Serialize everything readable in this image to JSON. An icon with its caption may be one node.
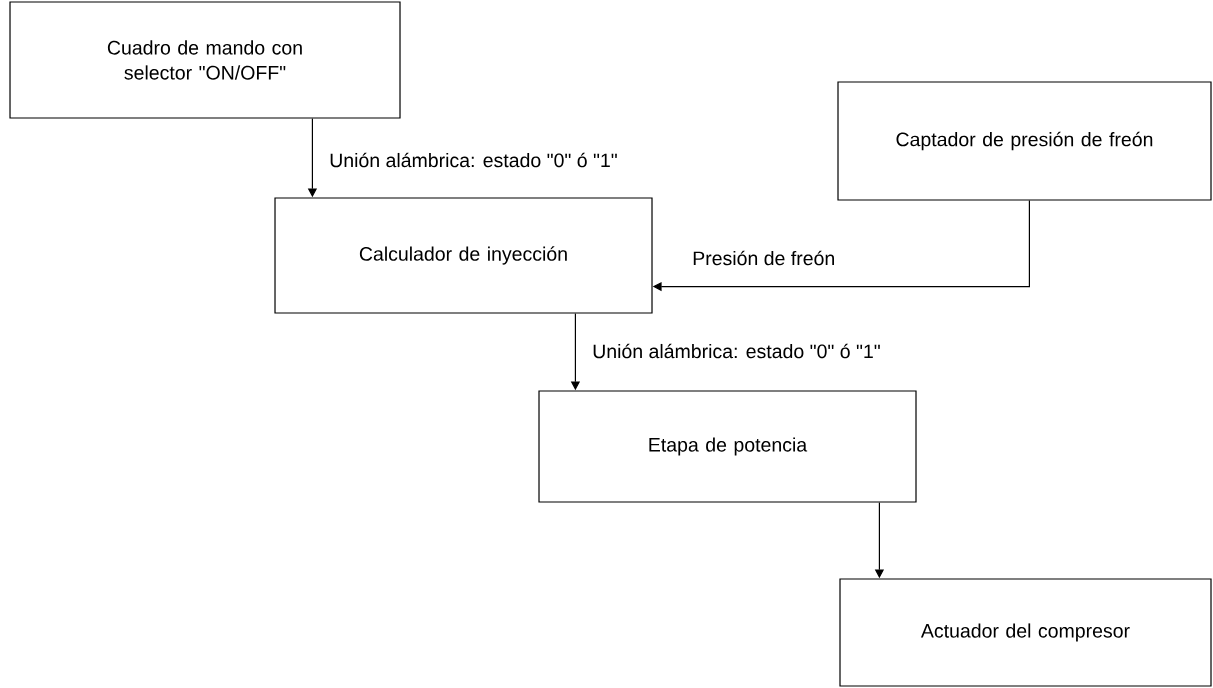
{
  "diagram": {
    "nodes": [
      {
        "text": [
          "Cuadro de mando con selector \"ON/OFF\""
        ]
      },
      {
        "text": [
          "Calculador de inyección"
        ]
      },
      {
        "text": [
          "Captador de presión de freón"
        ]
      },
      {
        "text": [
          "Etapa de potencia"
        ]
      },
      {
        "text": [
          "Actuador del compresor"
        ]
      }
    ],
    "edges": [
      {
        "from": 0,
        "to": 1,
        "arrow": "to",
        "label": "Unión alámbrica: estado \"0\" ó \"1\""
      },
      {
        "from": 2,
        "to": 1,
        "arrow": "to",
        "label": "Presión de freón"
      },
      {
        "from": 1,
        "to": 3,
        "arrow": "to",
        "label": "Unión alámbrica: estado \"0\" ó \"1\""
      },
      {
        "from": 3,
        "to": 4,
        "arrow": "to"
      }
    ]
  }
}
